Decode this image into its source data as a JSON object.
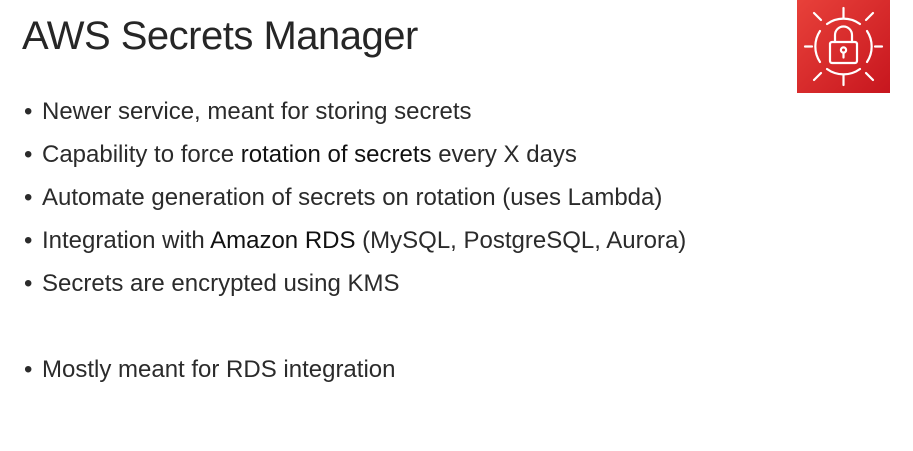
{
  "slide": {
    "title": "AWS Secrets Manager",
    "logo_icon": "secrets-manager-lock-icon",
    "logo_color": "#d5232a",
    "bullets": [
      {
        "pre": "Newer service, meant for storing secrets",
        "hl": "",
        "post": ""
      },
      {
        "pre": "Capability to force ",
        "hl": "rotation of secrets",
        "post": " every X days"
      },
      {
        "pre": "Automate generation of secrets on rotation (uses Lambda)",
        "hl": "",
        "post": ""
      },
      {
        "pre": "Integration with ",
        "hl": "Amazon RDS",
        "post": " (MySQL, PostgreSQL, Aurora)"
      },
      {
        "pre": "Secrets are encrypted using KMS",
        "hl": "",
        "post": ""
      }
    ],
    "bullets_after_gap": [
      {
        "pre": "Mostly meant for RDS integration",
        "hl": "",
        "post": ""
      }
    ]
  }
}
